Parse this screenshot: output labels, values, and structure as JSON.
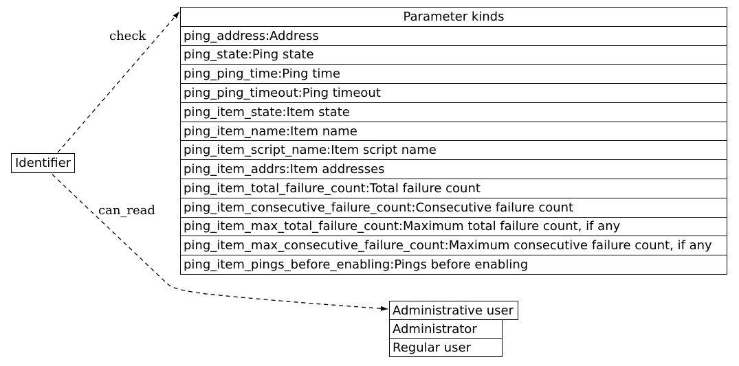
{
  "diagram": {
    "background": "#ffffff",
    "line_color": "#000000",
    "text_color": "#000000",
    "nodes": {
      "identifier": {
        "label": "Identifier"
      },
      "parameter_kinds": {
        "title": "Parameter kinds",
        "rows": [
          "ping_address:Address",
          "ping_state:Ping state",
          "ping_ping_time:Ping time",
          "ping_ping_timeout:Ping timeout",
          "ping_item_state:Item state",
          "ping_item_name:Item name",
          "ping_item_script_name:Item script name",
          "ping_item_addrs:Item addresses",
          "ping_item_total_failure_count:Total failure count",
          "ping_item_consecutive_failure_count:Consecutive failure count",
          "ping_item_max_total_failure_count:Maximum total failure count, if any",
          "ping_item_max_consecutive_failure_count:Maximum consecutive failure count, if any",
          "ping_item_pings_before_enabling:Pings before enabling"
        ]
      },
      "admin_user": {
        "title": "Administrative user",
        "rows": [
          "Administrator",
          "Regular user"
        ]
      }
    },
    "edges": [
      {
        "label": "check",
        "from": "Identifier",
        "to": "Parameter kinds",
        "style": "dashed-arrow"
      },
      {
        "label": "can_read",
        "from": "Identifier",
        "to": "Administrative user",
        "style": "dashed-arrow"
      }
    ]
  }
}
